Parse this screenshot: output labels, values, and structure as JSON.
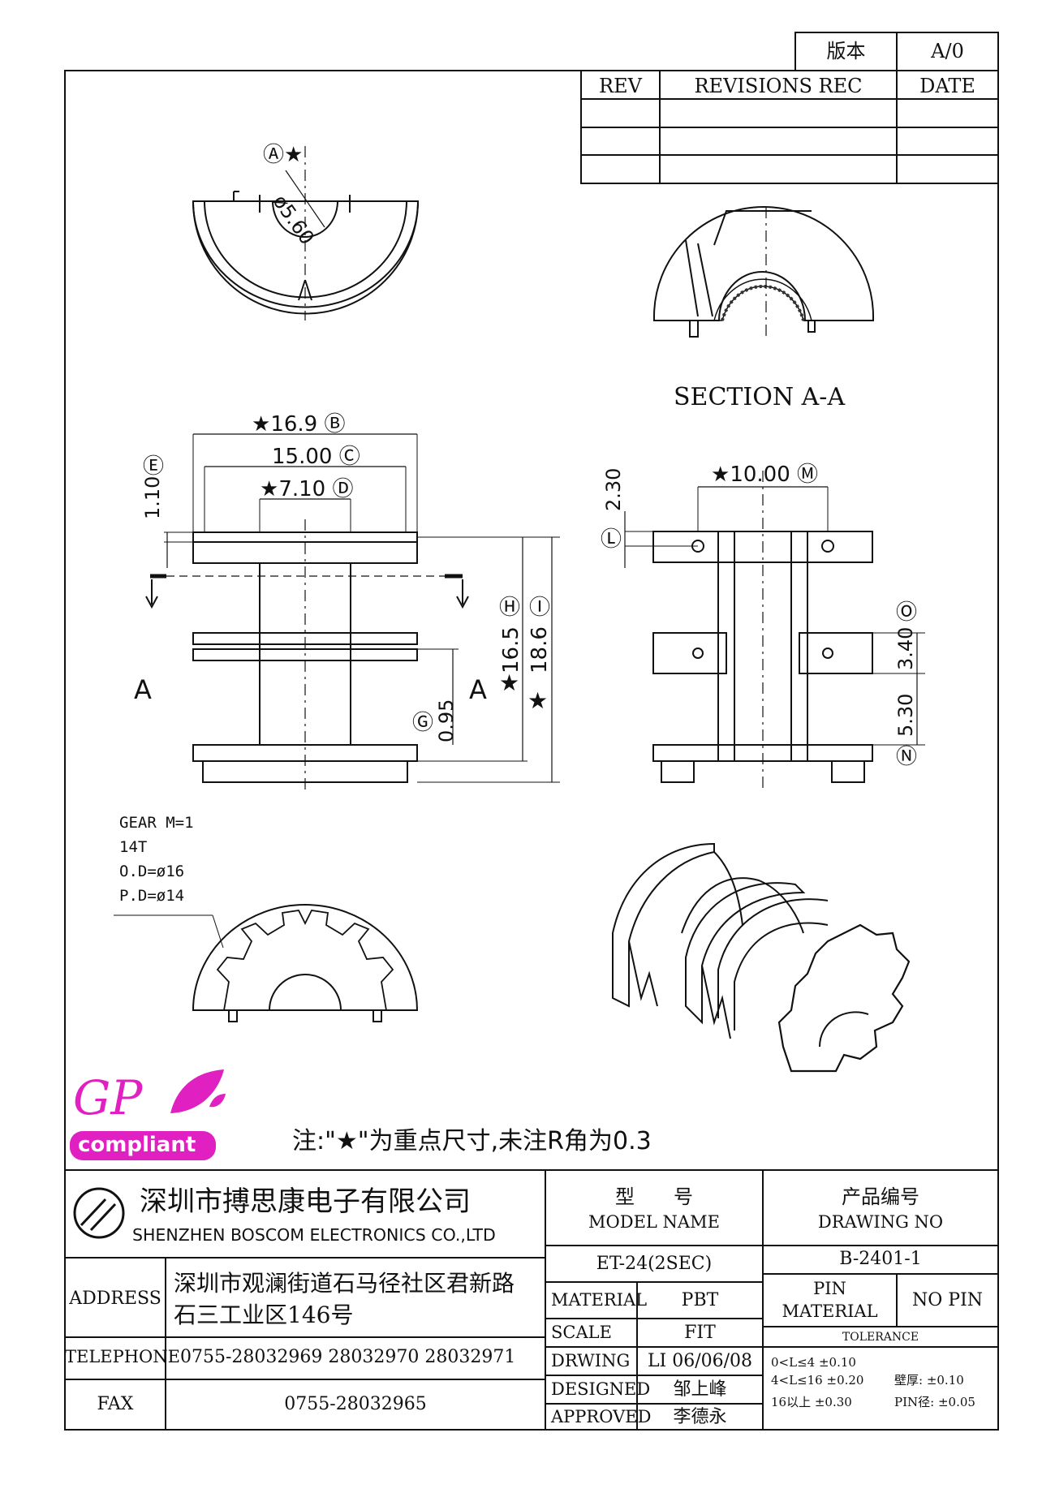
{
  "version": {
    "label": "版本",
    "value": "A/0"
  },
  "revisions": {
    "headers": [
      "REV",
      "REVISIONS REC",
      "DATE"
    ],
    "rows": [
      [
        "",
        "",
        ""
      ],
      [
        "",
        "",
        ""
      ],
      [
        "",
        "",
        ""
      ]
    ]
  },
  "views": {
    "top": {
      "callout_letter": "A",
      "callout_dim": "ø5.60"
    },
    "section_title": "SECTION A-A",
    "front": {
      "dims": [
        {
          "letter": "B",
          "value": "16.9"
        },
        {
          "letter": "C",
          "value": "15.00"
        },
        {
          "letter": "D",
          "value": "7.10"
        },
        {
          "letter": "E",
          "value": "1.10"
        },
        {
          "letter": "G",
          "value": "0.95"
        },
        {
          "letter": "H",
          "value": "16.5"
        },
        {
          "letter": "I",
          "value": "18.6"
        }
      ],
      "section_marker": "A"
    },
    "side": {
      "dims": [
        {
          "letter": "M",
          "value": "10.00"
        },
        {
          "letter": "L",
          "value": "2.30"
        },
        {
          "letter": "O",
          "value": "3.40"
        },
        {
          "letter": "N",
          "value": "5.30"
        }
      ]
    },
    "gear": {
      "lines": [
        "GEAR M=1",
        "14T",
        "O.D=ø16",
        "P.D=ø14"
      ]
    }
  },
  "logo": {
    "gp": "GP",
    "compliant": "compliant"
  },
  "note": "注:\"★\"为重点尺寸,未注R角为0.3",
  "star": "★",
  "title_block": {
    "company_cn": "深圳市搏思康电子有限公司",
    "company_en": "SHENZHEN BOSCOM ELECTRONICS CO.,LTD",
    "address_label": "ADDRESS",
    "address_line1": "深圳市观澜街道石马径社区君新路",
    "address_line2": "石三工业区146号",
    "telephone_label": "TELEPHONE",
    "telephone": "0755-28032969 28032970 28032971",
    "fax_label": "FAX",
    "fax": "0755-28032965",
    "model_cn": "型　　号",
    "model_en": "MODEL NAME",
    "model_value": "ET-24(2SEC)",
    "drawing_cn": "产品编号",
    "drawing_en": "DRAWING NO",
    "drawing_value": "B-2401-1",
    "material_label": "MATERIAL",
    "material_value": "PBT",
    "scale_label": "SCALE",
    "scale_value": "FIT",
    "drwing_label": "DRWING",
    "drwing_value": "LI 06/06/08",
    "designed_label": "DESIGNED",
    "designed_value": "邹上峰",
    "approved_label": "APPROVED",
    "approved_value": "李德永",
    "pin_material_line1": "PIN",
    "pin_material_line2": "MATERIAL",
    "pin_material_value": "NO PIN",
    "tolerance_label": "TOLERANCE",
    "tol1": "0<L≤4  ±0.10",
    "tol2": "4<L≤16  ±0.20",
    "tol3": "16以上      ±0.30",
    "wall": "壁厚:   ±0.10",
    "pin_dia": "PIN径: ±0.05"
  }
}
